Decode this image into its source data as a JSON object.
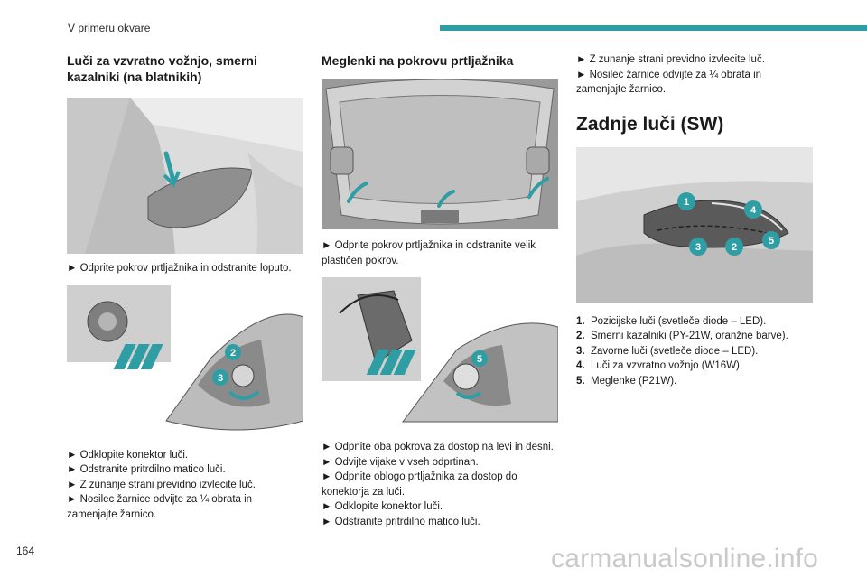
{
  "header": {
    "section_title": "V primeru okvare"
  },
  "col1": {
    "heading": "Luči za vzvratno vožnjo, smerni kazalniki (na blatnikih)",
    "steps_a": [
      "► Odprite pokrov prtljažnika in odstranite loputo."
    ],
    "steps_b": [
      "► Odklopite konektor luči.",
      "► Odstranite pritrdilno matico luči.",
      "► Z zunanje strani previdno izvlecite luč.",
      "► Nosilec žarnice odvijte za ¼ obrata in zamenjajte žarnico."
    ],
    "callouts": [
      "2",
      "3"
    ]
  },
  "col2": {
    "heading": "Meglenki na pokrovu prtljažnika",
    "steps_a": [
      "► Odprite pokrov prtljažnika in odstranite velik plastičen pokrov."
    ],
    "steps_b": [
      "► Odpnite oba pokrova za dostop na levi in desni.",
      "► Odvijte vijake v vseh odprtinah.",
      "► Odpnite oblogo prtljažnika za dostop do konektorja za luči.",
      "► Odklopite konektor luči.",
      "► Odstranite pritrdilno matico luči."
    ],
    "callouts": [
      "5"
    ]
  },
  "col3": {
    "steps_a": [
      "► Z zunanje strani previdno izvlecite luč.",
      "► Nosilec žarnice odvijte za ¼ obrata in zamenjajte žarnico."
    ],
    "heading": "Zadnje luči (SW)",
    "callouts": [
      "1",
      "2",
      "3",
      "4",
      "5"
    ],
    "legend": [
      {
        "num": "1.",
        "text": "Pozicijske luči (svetleče diode – LED)."
      },
      {
        "num": "2.",
        "text": "Smerni kazalniki (PY-21W, oranžne barve)."
      },
      {
        "num": "3.",
        "text": "Zavorne luči (svetleče diode – LED)."
      },
      {
        "num": "4.",
        "text": "Luči za vzvratno vožnjo (W16W)."
      },
      {
        "num": "5.",
        "text": "Meglenke (P21W)."
      }
    ]
  },
  "footer": {
    "page_number": "164",
    "watermark": "carmanualsonline.info"
  },
  "colors": {
    "accent": "#2f9ea4",
    "figure_gray": "#d9d9d9"
  }
}
